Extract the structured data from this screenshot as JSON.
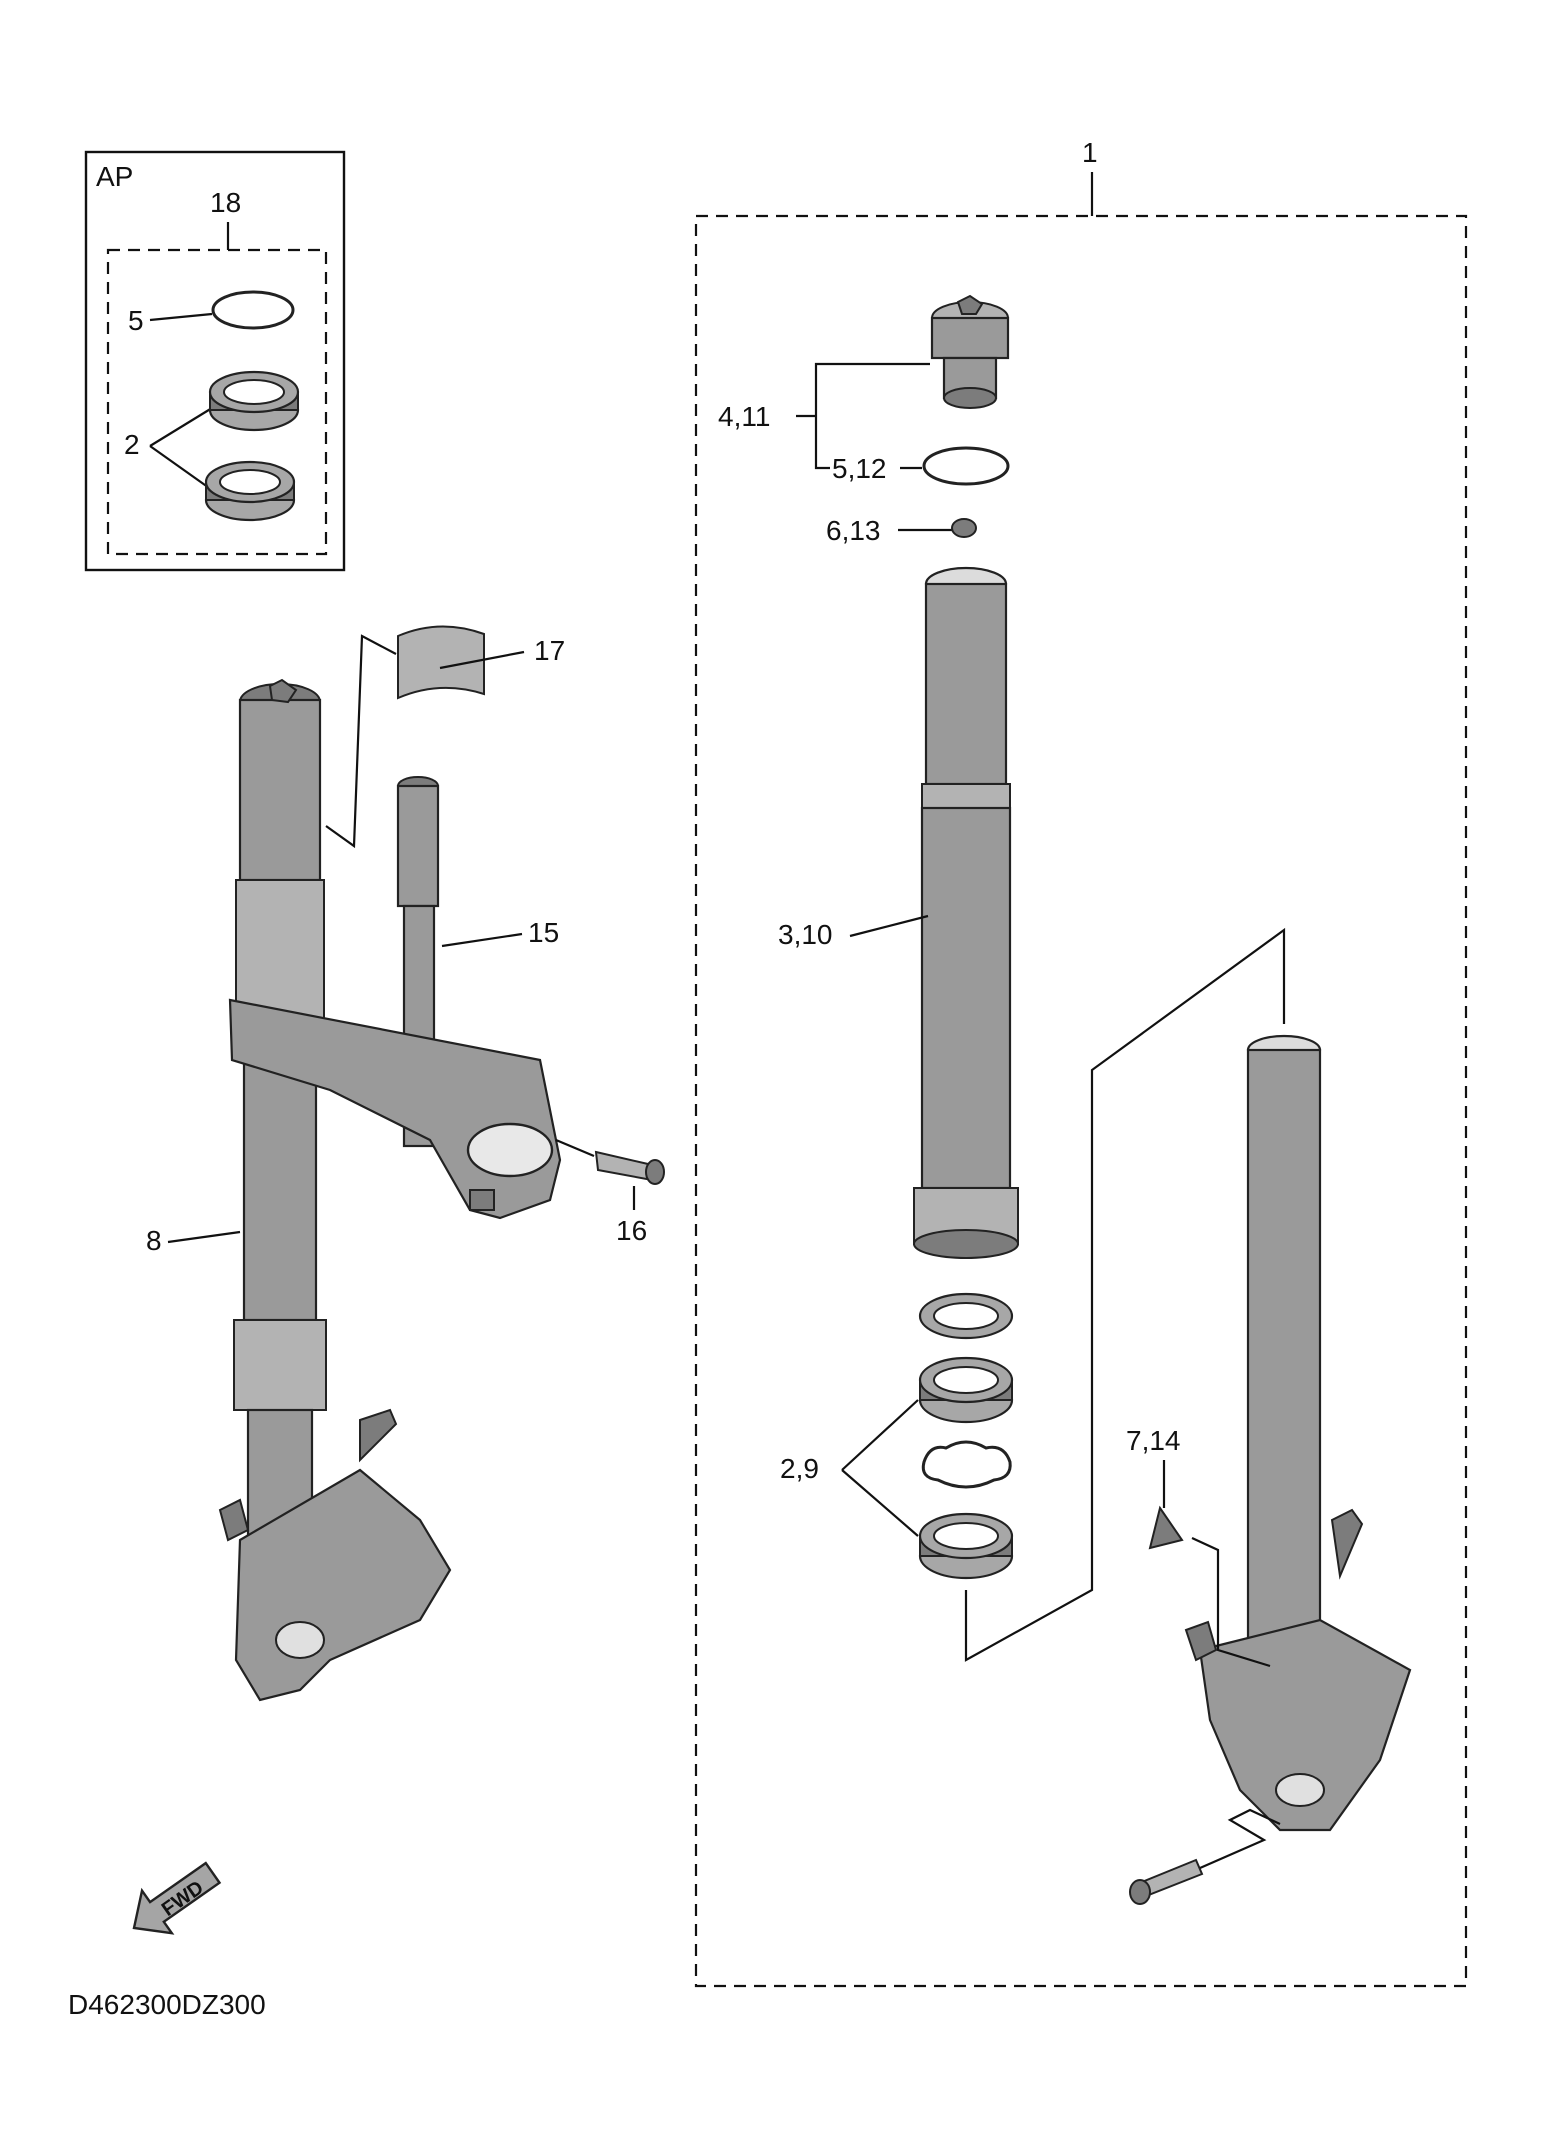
{
  "diagram": {
    "code": "D462300DZ300",
    "fwd_label": "FWD",
    "ap_box": {
      "title": "AP",
      "kit_callout": "18",
      "callouts": [
        "5",
        "2"
      ]
    },
    "assembly_box": {
      "callout": "1"
    },
    "callouts": [
      "17",
      "15",
      "8",
      "16",
      "4,11",
      "5,12",
      "6,13",
      "3,10",
      "2,9",
      "7,14"
    ]
  }
}
